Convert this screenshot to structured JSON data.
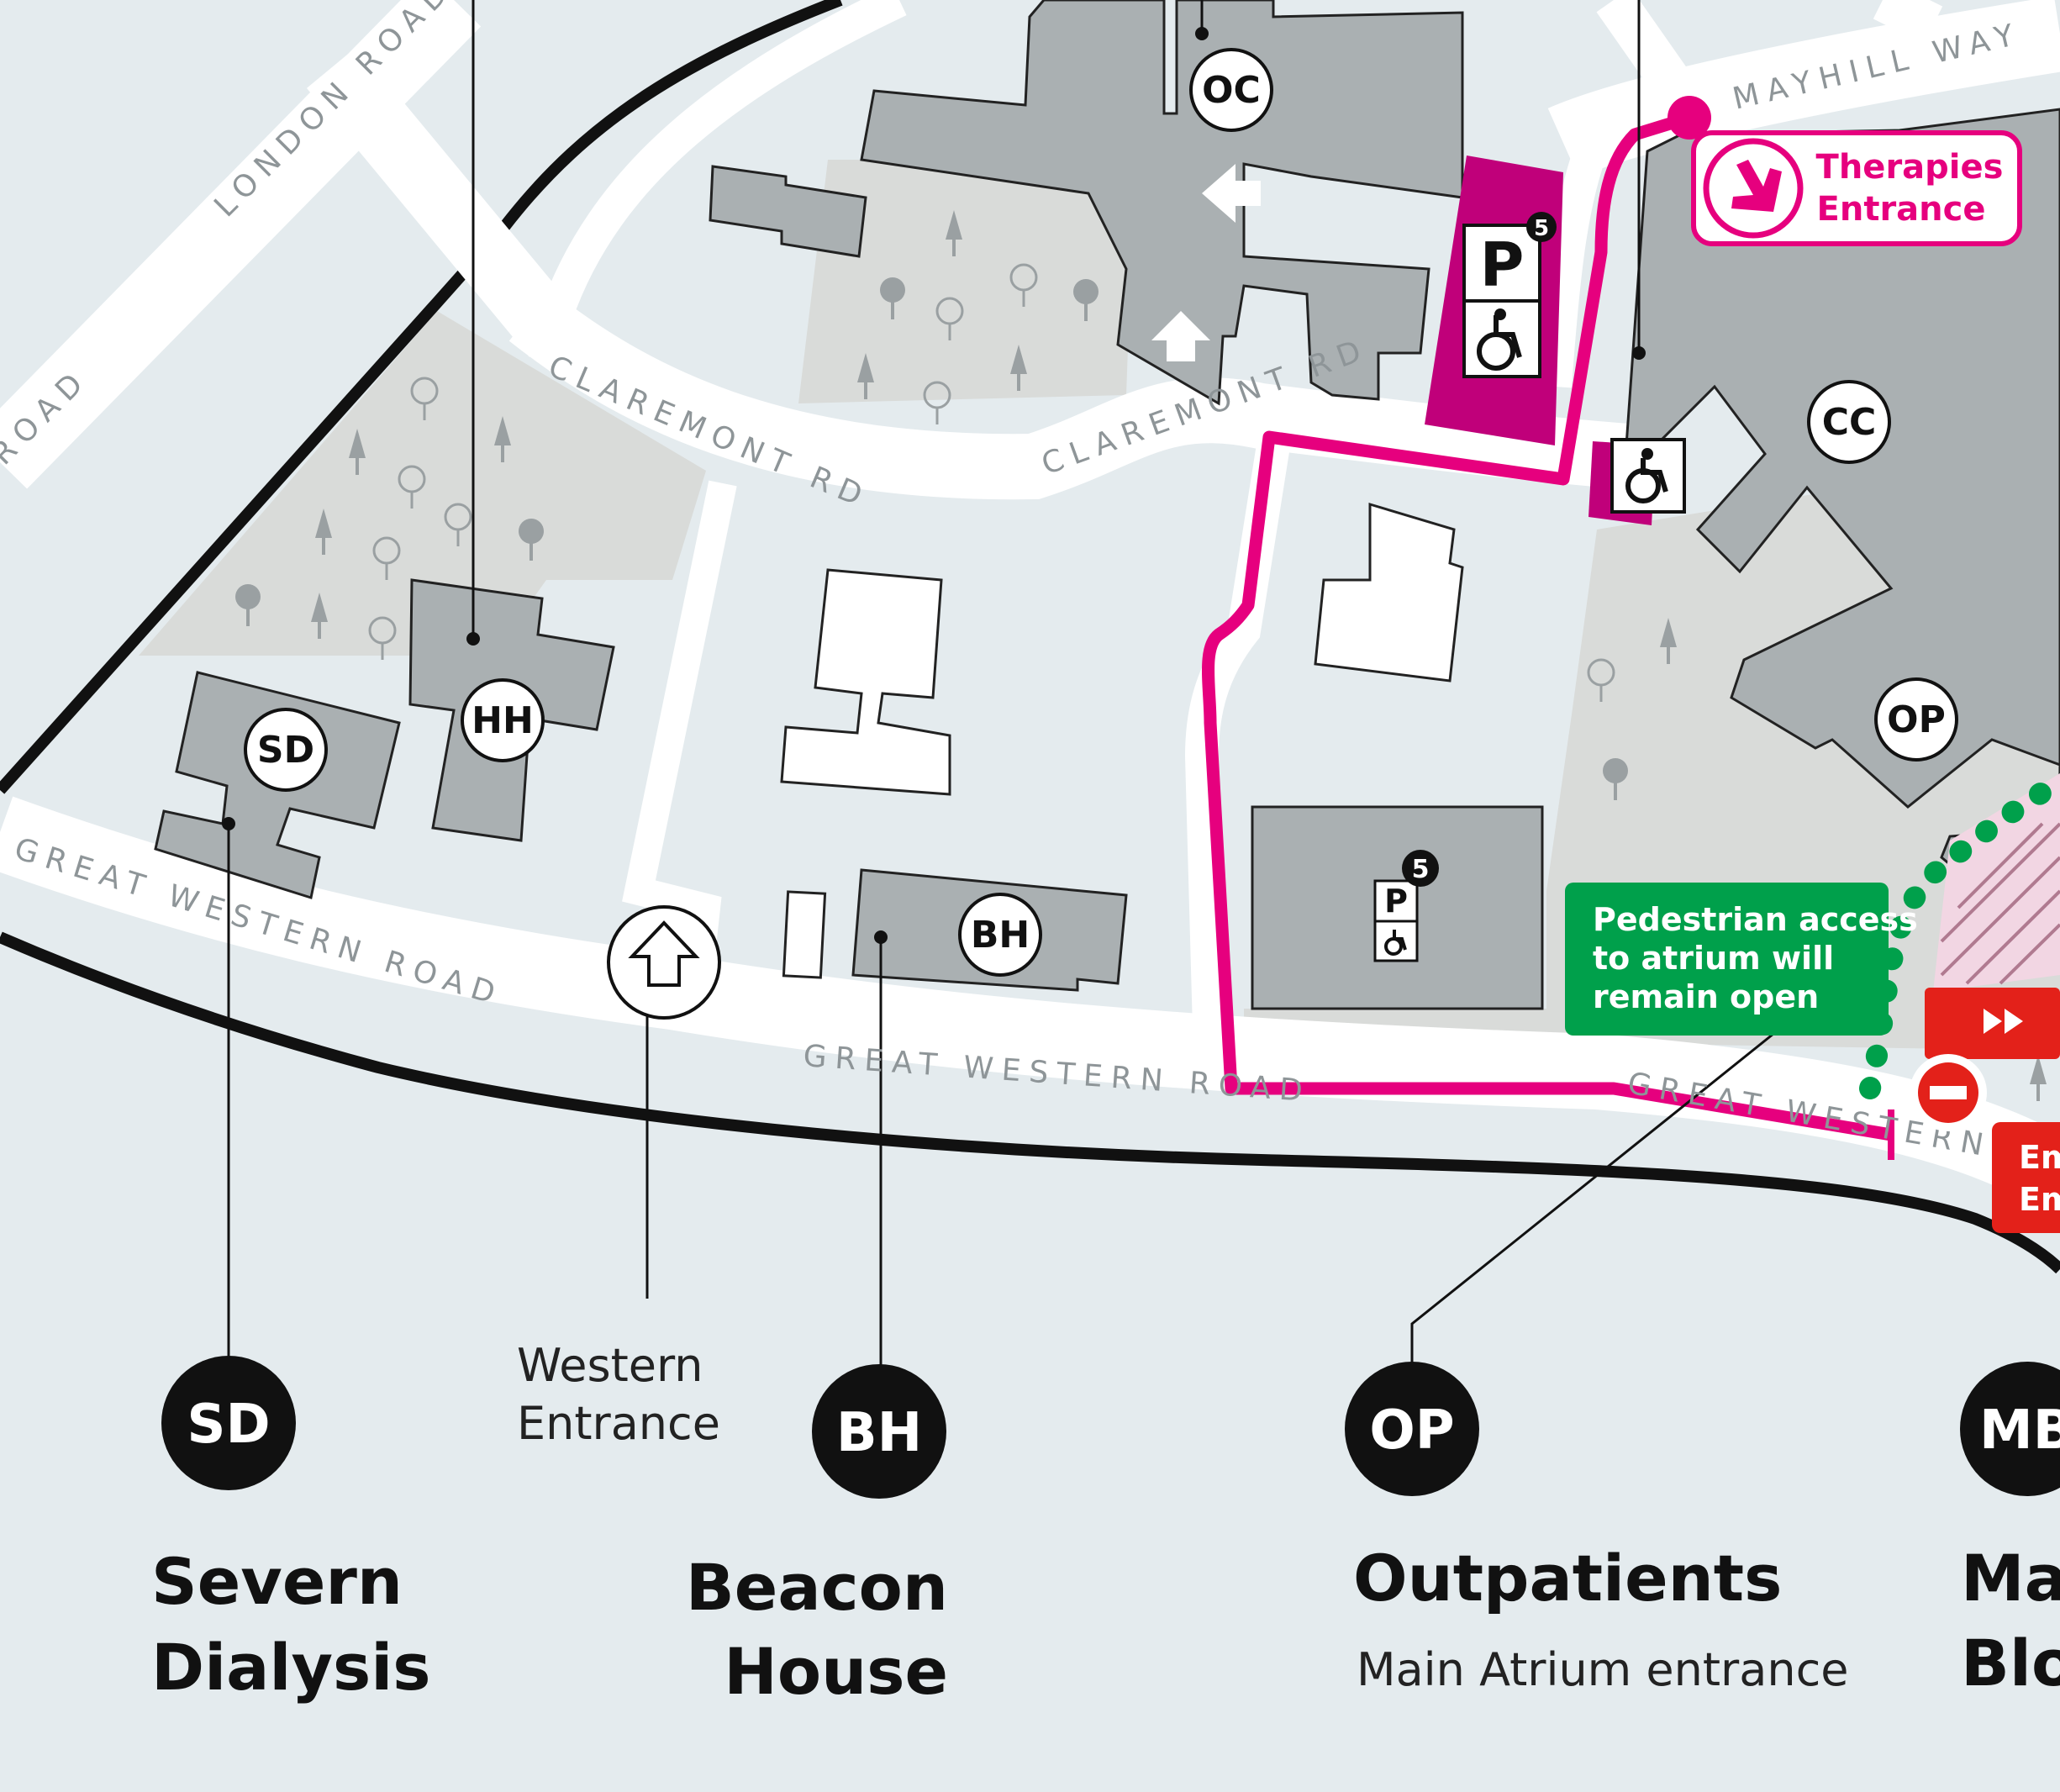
{
  "roads": {
    "london_road": "LONDON ROAD",
    "road_fragment": "ROAD",
    "claremont_rd_1": "CLAREMONT RD",
    "claremont_rd_2": "CLAREMONT RD",
    "mayhill_way": "MAYHILL WAY",
    "great_western_road_1": "GREAT WESTERN ROAD",
    "great_western_road_2": "GREAT WESTERN ROAD",
    "great_western_3": "GREAT WESTERN"
  },
  "buildings": {
    "oc": "OC",
    "cc": "CC",
    "op": "OP",
    "hh": "HH",
    "sd": "SD",
    "bh": "BH"
  },
  "parking": {
    "p_label": "P",
    "level_count_top": "5",
    "level_count_lower": "5"
  },
  "callouts": {
    "therapies_line1": "Therapies",
    "therapies_line2": "Entrance",
    "pedestrian_line1": "Pedestrian access",
    "pedestrian_line2": "to atrium will",
    "pedestrian_line3": "remain open",
    "emergency_line1": "Em",
    "emergency_line2": "Em",
    "western_line1": "Western",
    "western_line2": "Entrance"
  },
  "legend": {
    "sd_code": "SD",
    "sd_name_line1": "Severn",
    "sd_name_line2": "Dialysis",
    "bh_code": "BH",
    "bh_name_line1": "Beacon",
    "bh_name_line2": "House",
    "op_code": "OP",
    "op_name": "Outpatients",
    "op_sub": "Main Atrium entrance",
    "mb_code": "MB",
    "mb_name_line1": "Ma",
    "mb_name_line2": "Blo"
  },
  "colors": {
    "background": "#e4ebee",
    "building": "#aab0b2",
    "green_area": "#d9dbd9",
    "route_pink": "#e6007e",
    "parking_magenta": "#c0007a",
    "callout_green": "#00a04b",
    "emergency_red": "#e3211a"
  },
  "icons": {
    "parking": "parking-icon",
    "accessible": "wheelchair-icon",
    "no_entry": "no-entry-icon",
    "direction": "arrow-icon"
  }
}
